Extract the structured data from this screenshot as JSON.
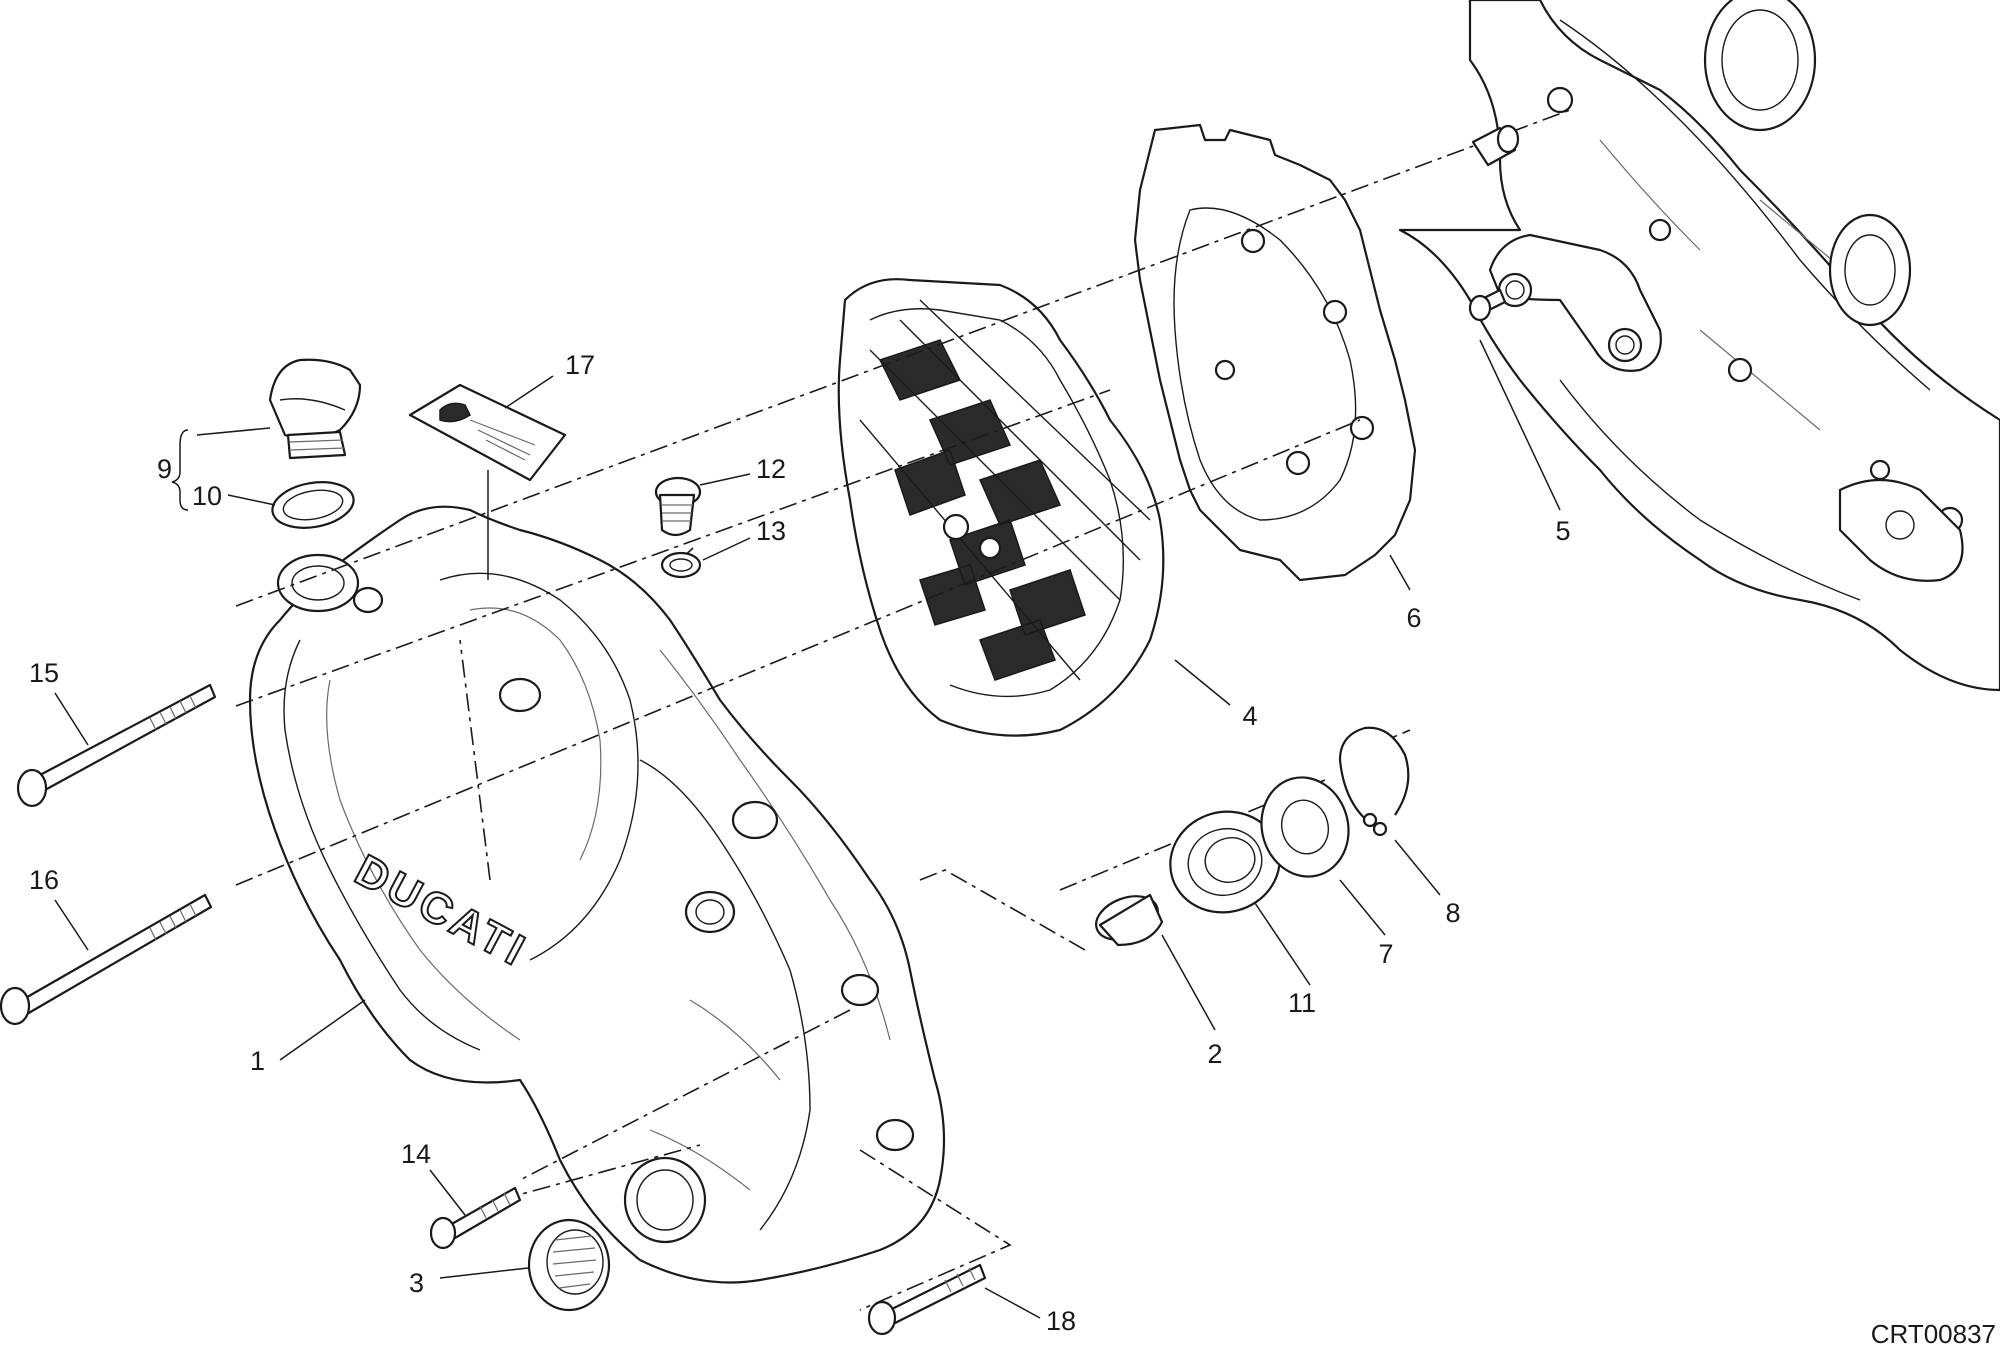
{
  "diagram": {
    "drawing_code": "CRT00837",
    "brand_mark": "DUCATI",
    "callouts": [
      {
        "id": "1",
        "text": "1"
      },
      {
        "id": "2",
        "text": "2"
      },
      {
        "id": "3",
        "text": "3"
      },
      {
        "id": "4",
        "text": "4"
      },
      {
        "id": "5",
        "text": "5"
      },
      {
        "id": "6",
        "text": "6"
      },
      {
        "id": "7",
        "text": "7"
      },
      {
        "id": "8",
        "text": "8"
      },
      {
        "id": "9",
        "text": "9"
      },
      {
        "id": "10",
        "text": "10"
      },
      {
        "id": "11",
        "text": "11"
      },
      {
        "id": "12",
        "text": "12"
      },
      {
        "id": "13",
        "text": "13"
      },
      {
        "id": "14",
        "text": "14"
      },
      {
        "id": "15",
        "text": "15"
      },
      {
        "id": "16",
        "text": "16"
      },
      {
        "id": "17",
        "text": "17"
      },
      {
        "id": "18",
        "text": "18"
      }
    ]
  }
}
